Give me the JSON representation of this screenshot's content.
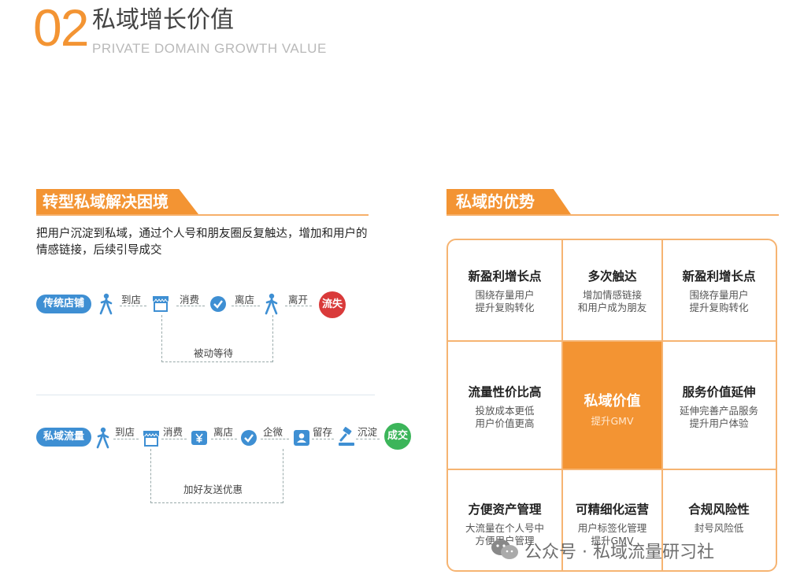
{
  "header": {
    "number": "02",
    "title": "私域增长价值",
    "subtitle": "PRIVATE DOMAIN GROWTH VALUE"
  },
  "left": {
    "section_title": "转型私域解决困境",
    "intro": "把用户沉淀到私域，通过个人号和朋友圈反复触达，增加和用户的情感链接，后续引导成交",
    "traditional": {
      "label": "传统店铺",
      "steps": [
        "到店",
        "消费",
        "离店",
        "离开"
      ],
      "end": "流失",
      "loop": "被动等待"
    },
    "private": {
      "label": "私域流量",
      "steps": [
        "到店",
        "消费",
        "离店",
        "企微",
        "留存",
        "沉淀"
      ],
      "end": "成交",
      "loop": "加好友送优惠"
    }
  },
  "right": {
    "section_title": "私域的优势",
    "cells": [
      {
        "title": "新盈利增长点",
        "desc1": "围绕存量用户",
        "desc2": "提升复购转化"
      },
      {
        "title": "多次触达",
        "desc1": "增加情感链接",
        "desc2": "和用户成为朋友"
      },
      {
        "title": "新盈利增长点",
        "desc1": "围绕存量用户",
        "desc2": "提升复购转化"
      },
      {
        "title": "流量性价比高",
        "desc1": "投放成本更低",
        "desc2": "用户价值更高"
      },
      {
        "title": "私域价值",
        "desc1": "提升GMV",
        "desc2": ""
      },
      {
        "title": "服务价值延伸",
        "desc1": "延伸完善产品服务",
        "desc2": "提升用户体验"
      },
      {
        "title": "方便资产管理",
        "desc1": "大流量在个人号中",
        "desc2": "方便用户管理"
      },
      {
        "title": "可精细化运营",
        "desc1": "用户标签化管理",
        "desc2": "提升GMV"
      },
      {
        "title": "合规风险性",
        "desc1": "封号风险低",
        "desc2": ""
      }
    ]
  },
  "watermark": "公众号 · 私域流量研习社",
  "colors": {
    "accent": "#f39433",
    "blue": "#3e8fd3",
    "loss": "#d93a3a",
    "deal": "#3cb55a"
  }
}
